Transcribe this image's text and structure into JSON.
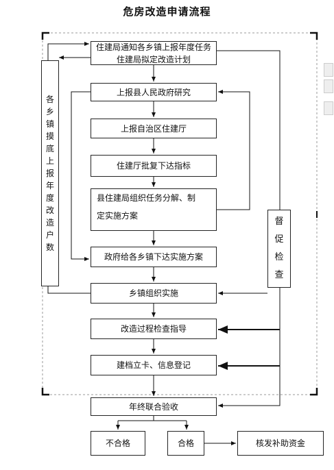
{
  "title": "危房改造申请流程",
  "boxes": {
    "notice_line1": "住建局通知各乡镇上报年度任务",
    "notice_line2": "住建局拟定改造计划",
    "report_county": "上报县人民政府研究",
    "report_region": "上报自治区住建厅",
    "approve": "住建厅批复下达指标",
    "decompose_line1": "县住建局组织任务分解、制",
    "decompose_line2": "定实施方案",
    "issue_plan": "政府给各乡镇下达实施方案",
    "implement": "乡镇组织实施",
    "inspect": "改造过程检查指导",
    "register": "建档立卡、信息登记",
    "accept": "年终联合验收",
    "fail": "不合格",
    "pass": "合格",
    "subsidy": "核发补助资金"
  },
  "survey_chars": [
    "各",
    "乡",
    "镇",
    "摸",
    "底",
    "上",
    "报",
    "年",
    "度",
    "改",
    "造",
    "户",
    "数"
  ],
  "supervise_chars": [
    "督",
    "促",
    "检",
    "查"
  ]
}
